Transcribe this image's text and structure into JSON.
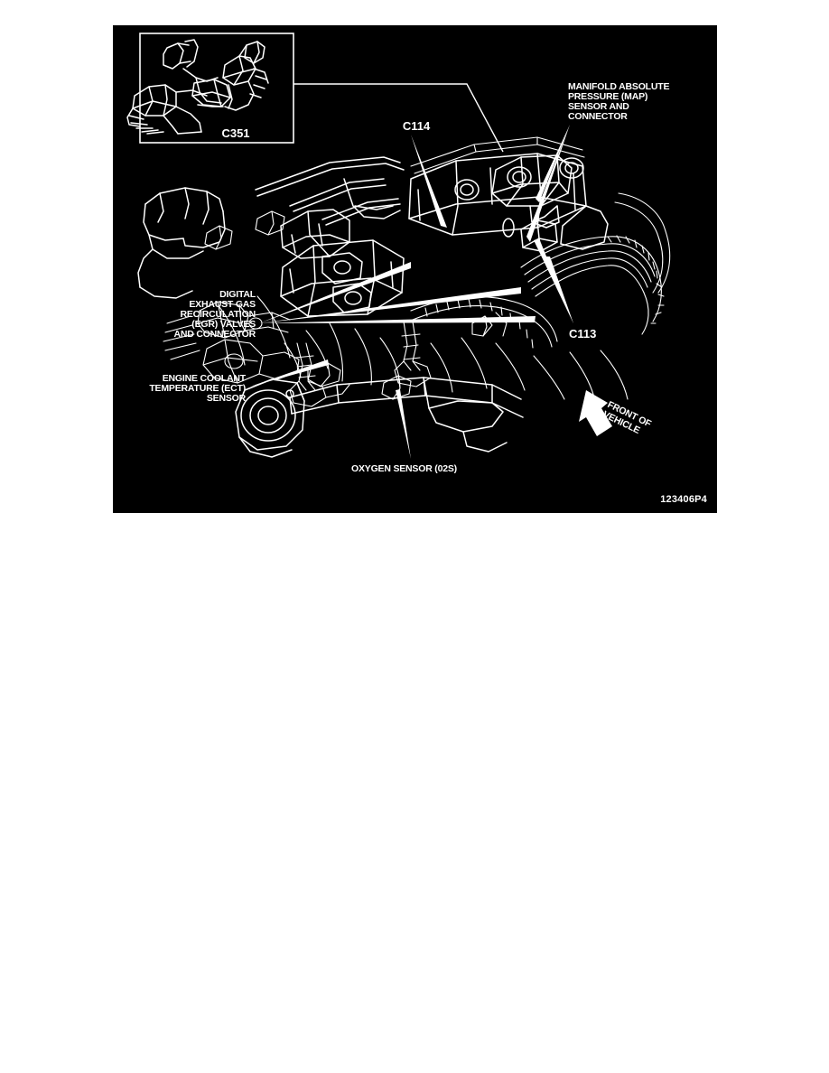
{
  "document": {
    "background_color": "#ffffff",
    "figure": {
      "background_color": "#000000",
      "border_color": "#ffffff",
      "part_number": "123406P4",
      "inset": {
        "label": "C351"
      },
      "connector_codes": [
        {
          "id": "c114",
          "label": "C114"
        },
        {
          "id": "c113",
          "label": "C113"
        }
      ],
      "callouts": [
        {
          "id": "map-sensor",
          "align": "left",
          "lines": [
            "MANIFOLD ABSOLUTE",
            "PRESSURE (MAP)",
            "SENSOR AND",
            "CONNECTOR"
          ]
        },
        {
          "id": "egr-valves",
          "align": "right",
          "lines": [
            "DIGITAL",
            "EXHAUST GAS",
            "RECIRCULATION",
            "(EGR) VALVES",
            "AND CONNECTOR"
          ]
        },
        {
          "id": "ect-sensor",
          "align": "right",
          "lines": [
            "ENGINE COOLANT",
            "TEMPERATURE (ECT)",
            "SENSOR"
          ]
        },
        {
          "id": "oxygen-sensor",
          "align": "center",
          "lines": [
            "OXYGEN SENSOR (02S)"
          ]
        }
      ],
      "orientation_marker": {
        "arrow": "up-left-arrow",
        "lines": [
          "FRONT OF",
          "VEHICLE"
        ]
      }
    }
  }
}
